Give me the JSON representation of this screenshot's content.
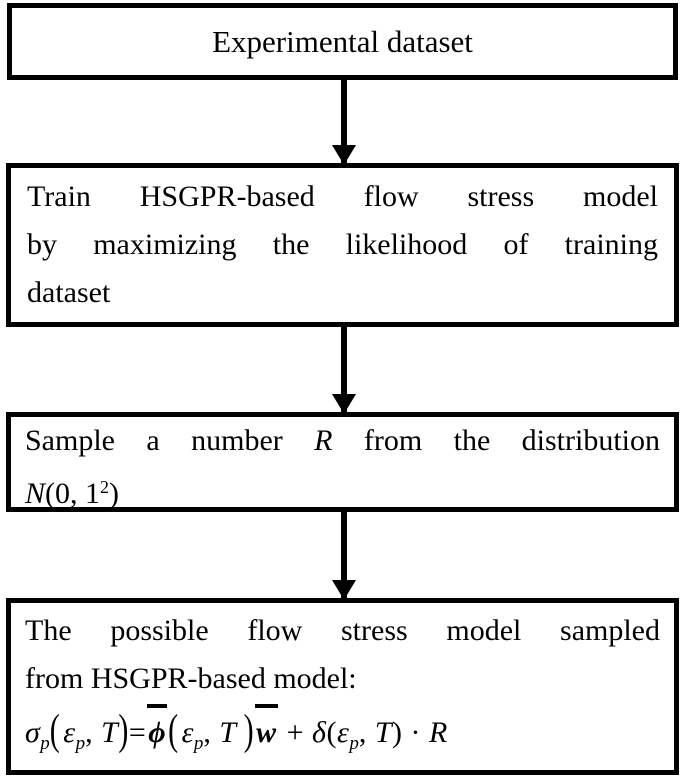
{
  "diagram": {
    "background_color": "#ffffff",
    "line_color": "#000000",
    "box1": {
      "text": "Experimental dataset"
    },
    "box2": {
      "line1": "Train HSGPR-based flow stress model",
      "line2": "by maximizing the likelihood of training",
      "line3": "dataset"
    },
    "box3": {
      "line1_pre": "Sample a number",
      "line1_var": "R",
      "line1_post": "from the distribution",
      "dist_symbol": "N",
      "dist_open": "(0, 1",
      "dist_exp": "2",
      "dist_close": ")"
    },
    "box4": {
      "line1": "The possible flow stress model sampled",
      "line2": "from HSGPR-based model:",
      "formula": {
        "sigma": "σ",
        "sigma_sub": "p",
        "open1": "(",
        "eps1": "ε",
        "eps1_sub": "p",
        "comma1": ", ",
        "t1": "T",
        "close1": ")",
        "equals": "=",
        "phi": "ϕ",
        "open2": "(",
        "eps2": "ε",
        "eps2_sub": "p",
        "comma2": ", ",
        "t2": "T",
        "close2": ")",
        "w": "w",
        "plus": " + ",
        "delta": "δ",
        "open3": "(",
        "eps3": "ε",
        "eps3_sub": "p",
        "comma3": ", ",
        "t3": "T",
        "close3": ")",
        "cdot": " · ",
        "r": "R"
      }
    }
  }
}
